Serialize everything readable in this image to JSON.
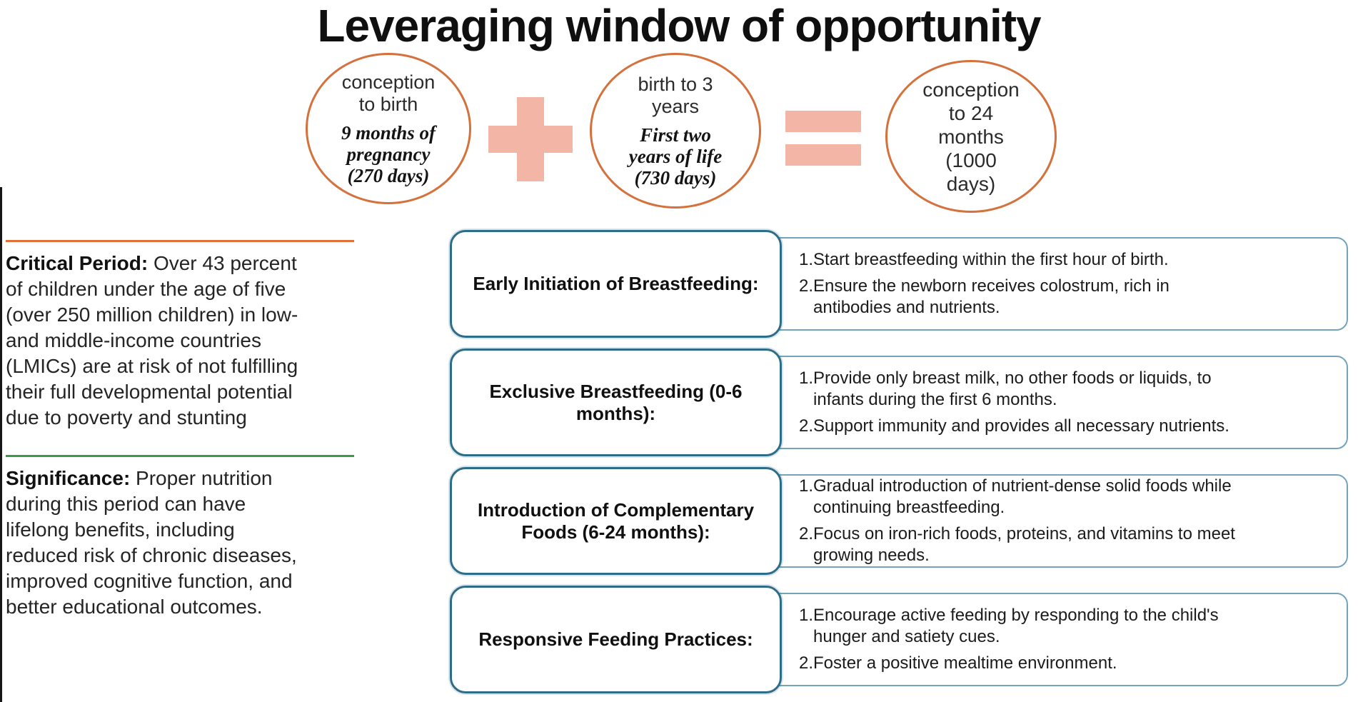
{
  "title": "Leveraging window of opportunity",
  "colors": {
    "circle_border": "#d4713c",
    "salmon": "#f2b5a6",
    "rule_orange": "#e0713a",
    "rule_green": "#3a9a45",
    "label_border": "#2e6d88",
    "content_border": "#74a3bc"
  },
  "formula": {
    "plus_icon": "plus-icon",
    "equals_icon": "equals-icon",
    "circles": [
      {
        "label": "conception\nto birth",
        "sub": "9 months of\npregnancy\n(270 days)"
      },
      {
        "label": "birth to 3\nyears",
        "sub": "First two\nyears of life\n(730 days)"
      },
      {
        "label": "conception\nto 24\nmonths\n(1000\ndays)",
        "sub": ""
      }
    ]
  },
  "left_panel": {
    "sections": [
      {
        "heading": "Critical Period:",
        "body": "Over 43 percent\nof children under the age of five\n(over 250 million children) in low-\nand middle-income countries\n(LMICs) are at risk of not fulfilling\ntheir full developmental potential\ndue to poverty and stunting",
        "rule_color": "#e0713a"
      },
      {
        "heading": "Significance:",
        "body": "Proper nutrition\nduring this period can have\nlifelong benefits, including\nreduced risk of chronic diseases,\nimproved cognitive function, and\nbetter educational outcomes.",
        "rule_color": "#3a9a45"
      }
    ]
  },
  "rows": [
    {
      "label": "Early Initiation of Breastfeeding:",
      "items": [
        {
          "num": "1.",
          "text": "Start breastfeeding within the first hour of birth."
        },
        {
          "num": "2.",
          "text": "Ensure the newborn receives colostrum, rich in\nantibodies and nutrients."
        }
      ]
    },
    {
      "label": "Exclusive Breastfeeding (0-6 months):",
      "items": [
        {
          "num": "1.",
          "text": "Provide only breast milk, no other foods or liquids, to\ninfants during the first 6 months."
        },
        {
          "num": "2.",
          "text": "Support immunity and provides all necessary nutrients."
        }
      ]
    },
    {
      "label": "Introduction of Complementary Foods (6-24 months):",
      "items": [
        {
          "num": "1.",
          "text": "Gradual introduction of nutrient-dense solid foods while\ncontinuing breastfeeding."
        },
        {
          "num": "2.",
          "text": "Focus on iron-rich foods, proteins, and vitamins to meet\ngrowing needs."
        }
      ]
    },
    {
      "label": "Responsive Feeding Practices:",
      "items": [
        {
          "num": "1.",
          "text": "Encourage active feeding by responding to the child's\nhunger and satiety cues."
        },
        {
          "num": "2.",
          "text": "Foster a positive mealtime environment."
        }
      ]
    }
  ]
}
